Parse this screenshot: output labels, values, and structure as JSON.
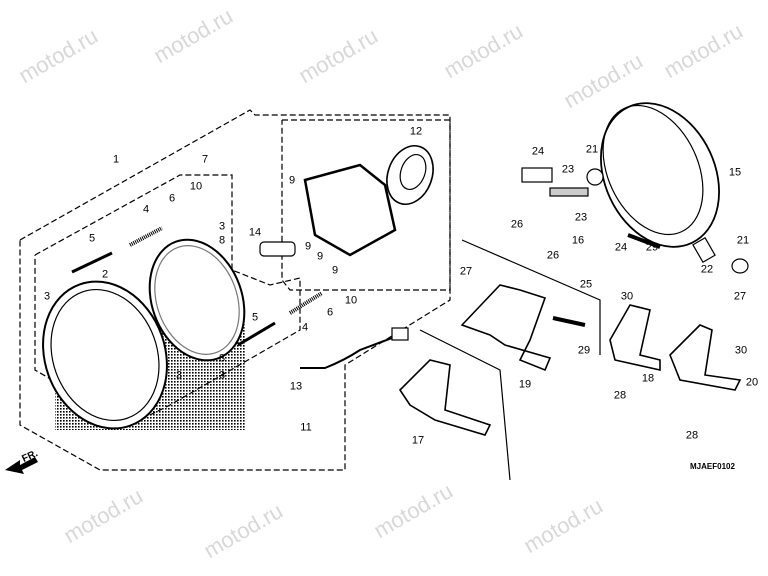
{
  "watermark": "motod.ru",
  "diagram_code": "MJAEF0102",
  "front_marker": "FR.",
  "labels": [
    "1",
    "7",
    "10",
    "6",
    "4",
    "3",
    "8",
    "5",
    "14",
    "2",
    "3",
    "9",
    "9",
    "9",
    "9",
    "10",
    "6",
    "4",
    "5",
    "8",
    "3",
    "3",
    "13",
    "11",
    "12",
    "24",
    "23",
    "21",
    "15",
    "26",
    "23",
    "16",
    "26",
    "24",
    "29",
    "25",
    "22",
    "21",
    "27",
    "27",
    "30",
    "30",
    "29",
    "19",
    "18",
    "20",
    "28",
    "28",
    "17"
  ]
}
